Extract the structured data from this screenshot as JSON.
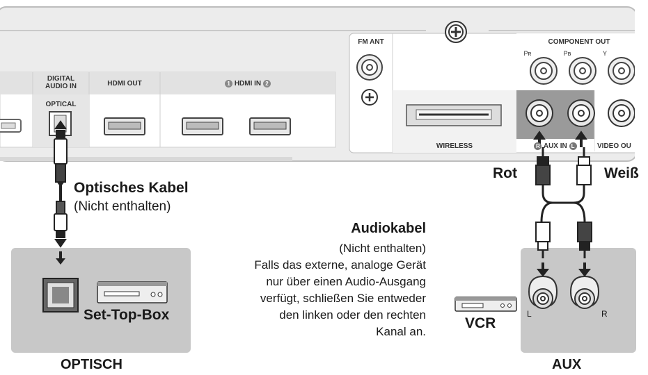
{
  "panel": {
    "digital_audio_in": [
      "DIGITAL",
      "AUDIO IN"
    ],
    "optical": "OPTICAL",
    "hdmi_out": "HDMI OUT",
    "hdmi_in": "HDMI IN",
    "hdmi_in_1": "1",
    "hdmi_in_2": "2",
    "fm_ant": "FM ANT",
    "wireless": "WIRELESS",
    "component_out": "COMPONENT OUT",
    "component_pr": "Pʀ",
    "component_pb": "Pʙ",
    "component_y": "Y",
    "aux_in": "AUX IN",
    "aux_r": "R",
    "aux_l": "L",
    "video_out": "VIDEO OU"
  },
  "labels": {
    "optical_cable_title": "Optisches Kabel",
    "optical_cable_note": "(Nicht enthalten)",
    "audio_cable_title": "Audiokabel",
    "audio_cable_lines": [
      "(Nicht enthalten)",
      "Falls das externe, analoge Gerät",
      "nur über einen Audio-Ausgang",
      "verfügt, schließen Sie entweder",
      "den linken oder den rechten",
      "Kanal an."
    ],
    "rot": "Rot",
    "weiss": "Weiß",
    "set_top_box": "Set-Top-Box",
    "vcr": "VCR",
    "jack_l": "L",
    "jack_r": "R",
    "optisch": "OPTISCH",
    "aux": "AUX"
  },
  "colors": {
    "panel_bg": "#f0f0f0",
    "panel_frame": "#d4d4d4",
    "device_box": "#c8c8c8",
    "dark_band": "#9a9a9a"
  }
}
